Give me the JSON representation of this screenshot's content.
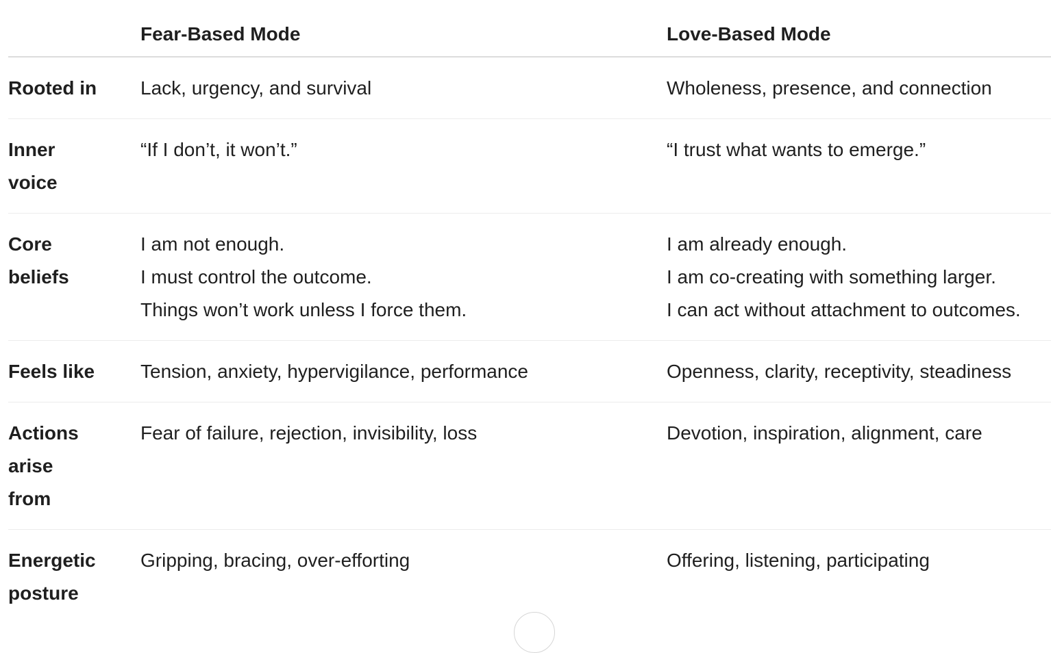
{
  "header": {
    "label": "",
    "fear": "Fear-Based Mode",
    "love": "Love-Based Mode"
  },
  "rows": [
    {
      "label": [
        "Rooted in"
      ],
      "fear": [
        "Lack, urgency, and survival"
      ],
      "love": [
        "Wholeness, presence, and connection"
      ]
    },
    {
      "label": [
        "Inner",
        "voice"
      ],
      "fear": [
        "“If I don’t, it won’t.”"
      ],
      "love": [
        "“I trust what wants to emerge.”"
      ]
    },
    {
      "label": [
        "Core",
        "beliefs"
      ],
      "fear": [
        "I am not enough.",
        "I must control the outcome.",
        "Things won’t work unless I force them."
      ],
      "love": [
        "I am already enough.",
        "I am co-creating with something larger.",
        "I can act without attachment to outcomes."
      ]
    },
    {
      "label": [
        "Feels like"
      ],
      "fear": [
        "Tension, anxiety, hypervigilance, performance"
      ],
      "love": [
        "Openness, clarity, receptivity, steadiness"
      ]
    },
    {
      "label": [
        "Actions",
        "arise",
        "from"
      ],
      "fear": [
        "Fear of failure, rejection, invisibility, loss"
      ],
      "love": [
        "Devotion, inspiration, alignment, care"
      ]
    },
    {
      "label": [
        "Energetic",
        "posture"
      ],
      "fear": [
        "Gripping, bracing, over-efforting"
      ],
      "love": [
        "Offering, listening, participating"
      ]
    }
  ]
}
